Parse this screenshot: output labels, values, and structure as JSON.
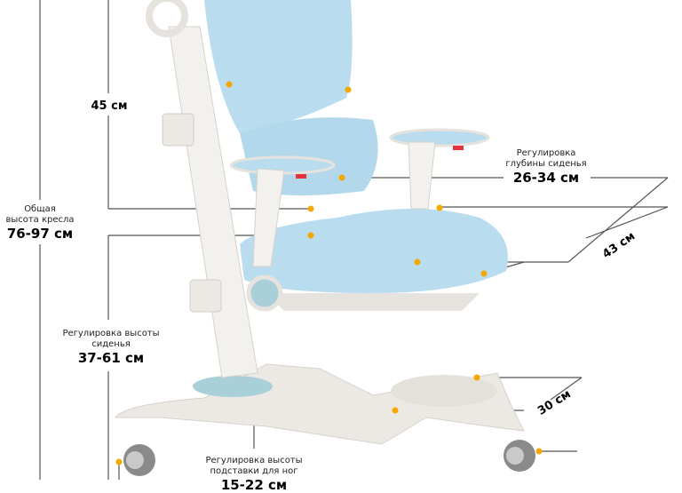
{
  "annotations": {
    "backrest_height": {
      "value": "45 см"
    },
    "total_height": {
      "label": "Общая высота кресла",
      "label_line1": "Общая",
      "label_line2": "высота кресла",
      "value": "76-97 см"
    },
    "seat_depth": {
      "label_line1": "Регулировка",
      "label_line2": "глубины сиденья",
      "value": "26-34 см"
    },
    "seat_width": {
      "value": "43 см"
    },
    "seat_height": {
      "label_line1": "Регулировка высоты",
      "label_line2": "сиденья",
      "value": "37-61 см"
    },
    "footrest_depth": {
      "value": "30 см"
    },
    "footrest_height": {
      "label_line1": "Регулировка высоты",
      "label_line2": "подставки для ног",
      "value": "15-22 см"
    }
  },
  "colors": {
    "upholstery": "#b9dcef",
    "frame": "#eeebe6",
    "marker": "#f5a800",
    "line": "#555555"
  }
}
